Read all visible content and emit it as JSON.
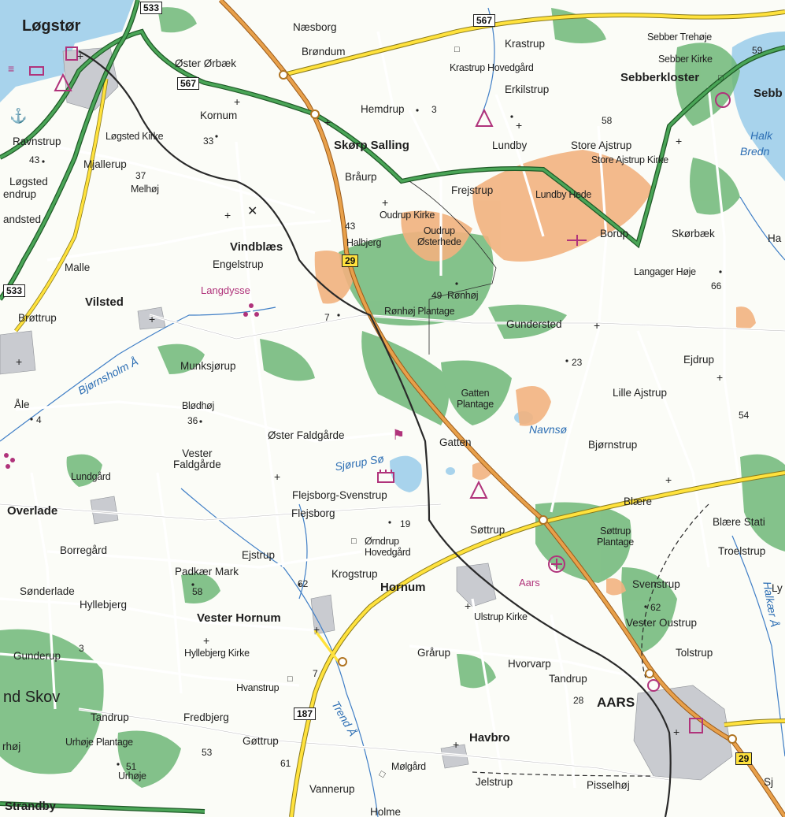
{
  "labels": {
    "logstor": "Løgstør",
    "naesborg": "Næsborg",
    "brondum": "Brøndum",
    "oster_orbaek": "Øster Ørbæk",
    "kornum": "Kornum",
    "hemdrup": "Hemdrup",
    "krastrup": "Krastrup",
    "krastrup_hovedgard": "Krastrup Hovedgård",
    "erkilstrup": "Erkilstrup",
    "sebber_trehoje": "Sebber Trehøje",
    "sebber_kirke": "Sebber Kirke",
    "sebberkloster": "Sebberkloster",
    "sebb": "Sebb",
    "halk": "Halk",
    "bredn": "Bredn",
    "ravnstrup": "Ravnstrup",
    "logsted_kirke": "Løgsted Kirke",
    "logsted": "Løgsted",
    "endrup": "endrup",
    "andsted": "andsted",
    "mjallerup": "Mjallerup",
    "melhoj": "Melhøj",
    "skarp_salling": "Skørp Salling",
    "lundby": "Lundby",
    "store_ajstrup": "Store Ajstrup",
    "store_ajstrup_kirke": "Store Ajstrup Kirke",
    "brarup": "Bråurp",
    "frejstrup": "Frejstrup",
    "lundby_hede": "Lundby Hede",
    "oudrup_kirke": "Oudrup Kirke",
    "oudrup_osterhede": "Oudrup\nØsterhede",
    "halbjerg": "Halbjerg",
    "borup": "Borup",
    "skorbaek": "Skørbæk",
    "ha": "Ha",
    "vindblaes": "Vindblæs",
    "engelstrup": "Engelstrup",
    "malle": "Malle",
    "langager_hoje": "Langager Høje",
    "vilsted": "Vilsted",
    "langdysse": "Langdysse",
    "ronhoj": "Rønhøj",
    "ronhoj_plantage": "Rønhøj Plantage",
    "brottrup": "Brøttrup",
    "gundersted": "Gundersted",
    "bjornsholm_a": "Bjørnsholm Å",
    "munksjorup": "Munksjørup",
    "ejdrup": "Ejdrup",
    "ale": "Åle",
    "blodhoj": "Blødhøj",
    "gatten_plantage": "Gatten\nPlantage",
    "lille_ajstrup": "Lille Ajstrup",
    "oster_faldgarde": "Øster Faldgårde",
    "gatten": "Gatten",
    "navnso": "Navnsø",
    "vester_faldgarde": "Vester\nFaldgårde",
    "bjornstrup": "Bjørnstrup",
    "sjorup_so": "Sjørup Sø",
    "lundgard": "Lundgård",
    "flejsborg_svenstrup": "Flejsborg-Svenstrup",
    "blaere": "Blære",
    "blaere_stat": "Blære Stati",
    "overlade": "Overlade",
    "flejsborg": "Flejsborg",
    "sottrup": "Søttrup",
    "sottrup_plantage": "Søttrup\nPlantage",
    "borregard": "Borregård",
    "ejstrup": "Ejstrup",
    "omdrup_hovedgard": "Ørndrup\nHovedgård",
    "troelstrup": "Troelstrup",
    "padkaer_mark": "Padkær Mark",
    "krogstrup": "Krogstrup",
    "aars_airport": "Aars",
    "svenstrup": "Svenstrup",
    "sonderlade": "Sønderlade",
    "hyllebjerg": "Hyllebjerg",
    "hornum": "Hornum",
    "vester_hornum": "Vester Hornum",
    "ulstrup_kirke": "Ulstrup Kirke",
    "vester_oustrup": "Vester Oustrup",
    "halkaer_a": "Halkær Å",
    "ly": "Ly",
    "gunderup": "Gunderup",
    "hyllebjerg_kirke": "Hyllebjerg Kirke",
    "grarup": "Grårup",
    "hvorvarp": "Hvorvarp",
    "tolstrup": "Tolstrup",
    "hvanstrup": "Hvanstrup",
    "tandrup_e": "Tandrup",
    "nd_skov": "nd Skov",
    "tandrup_w": "Tandrup",
    "fredbjerg": "Fredbjerg",
    "trend_a": "Trend Å",
    "aars": "AARS",
    "urhoje_plantage": "Urhøje Plantage",
    "rhoj": "rhøj",
    "gottrup": "Gøttrup",
    "havbro": "Havbro",
    "urhoje": "Urhøje",
    "molgard": "Mølgård",
    "vannerup": "Vannerup",
    "jelstrup": "Jelstrup",
    "pisselhoj": "Pisselhøj",
    "sj": "Sj",
    "strandby": "Strandby",
    "holme": "Holme"
  },
  "heights": [
    "33",
    "43",
    "37",
    "3",
    "43",
    "58",
    "49",
    "66",
    "7",
    "4",
    "36",
    "23",
    "54",
    "19",
    "62",
    "58",
    "62",
    "3",
    "7",
    "28",
    "53",
    "61",
    "51",
    "59"
  ],
  "road_numbers": {
    "r533a": "533",
    "r567a": "567",
    "r567b": "567",
    "r533b": "533",
    "r29a": "29",
    "r29b": "29",
    "r187": "187"
  },
  "colors": {
    "background": "#fbfcf7",
    "forest": "#6fb778",
    "heath": "#f2b27f",
    "water": "#a8d3ec",
    "river": "#3f7ec6",
    "main_road": "#2e7d3a",
    "secondary_road": "#f2d438",
    "primary_road": "#e8a04a",
    "railway": "#2a2a2a",
    "minor_road": "#ffffff",
    "town": "#c9cbd0"
  }
}
